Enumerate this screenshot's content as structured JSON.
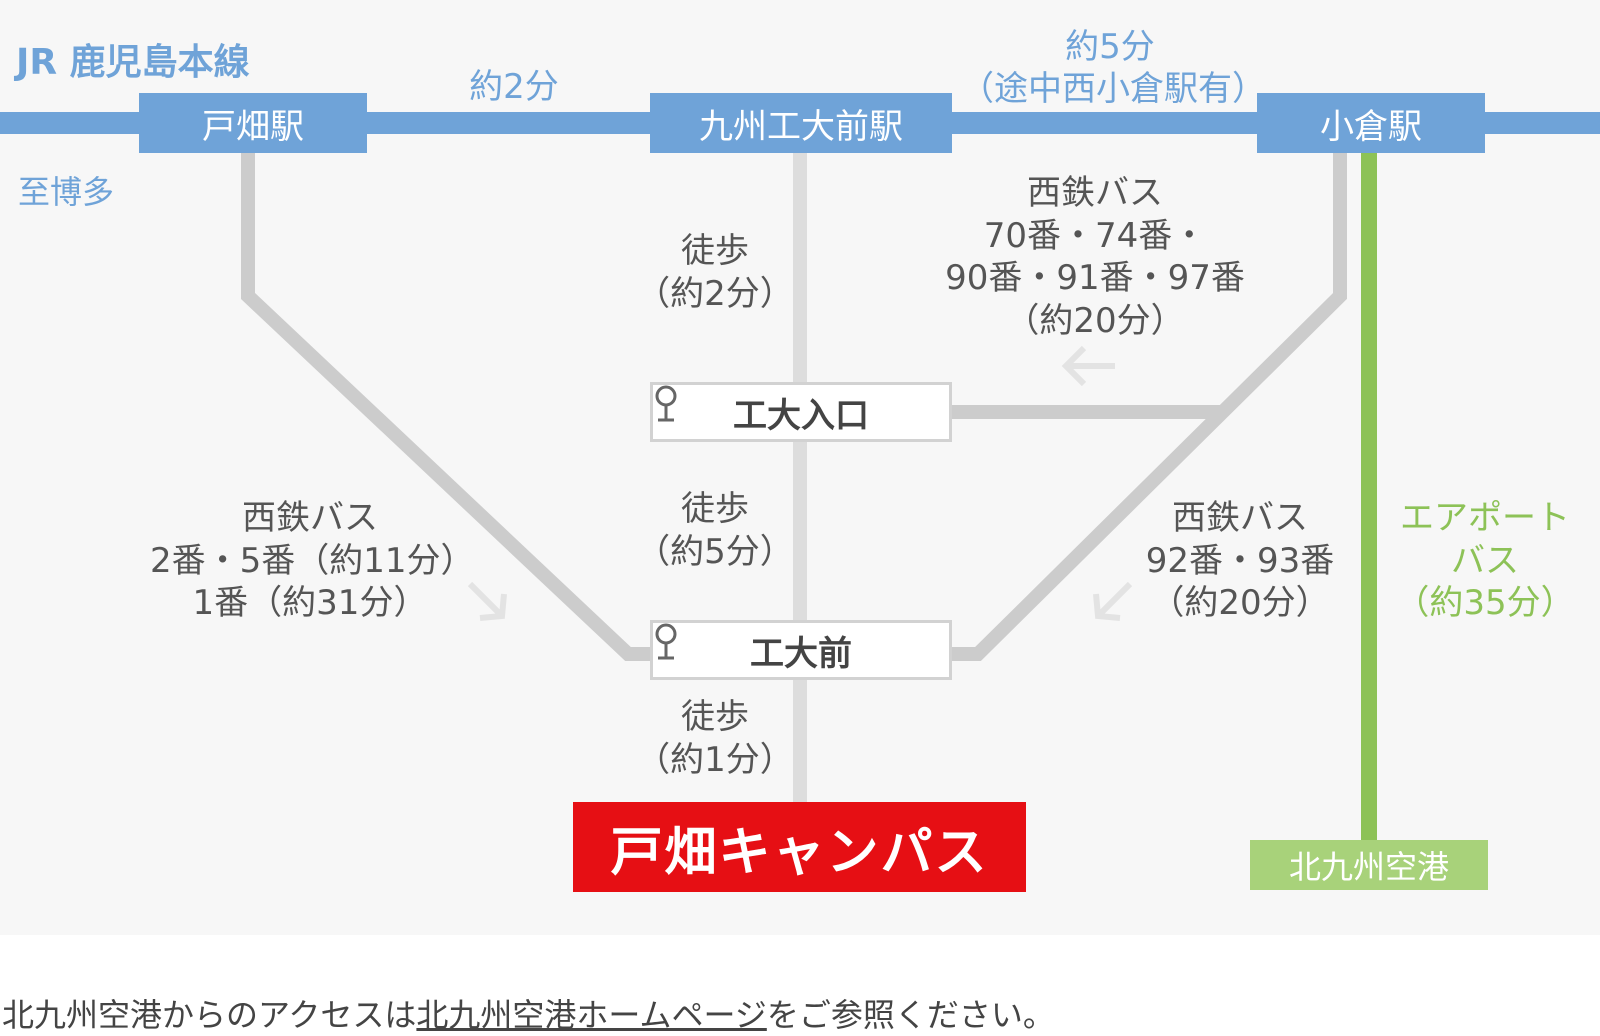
{
  "line": {
    "name": "JR 鹿児島本線",
    "direction": "至博多"
  },
  "stations": {
    "tobata": "戸畑駅",
    "kyukodaimae": "九州工大前駅",
    "kokura": "小倉駅"
  },
  "times": {
    "tobata_kyukodaimae": "約2分",
    "kyukodaimae_kokura": "約5分",
    "kyukodaimae_kokura_note": "（途中西小倉駅有）"
  },
  "walks": {
    "station_to_entrance": [
      "徒歩",
      "（約2分）"
    ],
    "entrance_to_stop": [
      "徒歩",
      "（約5分）"
    ],
    "stop_to_campus": [
      "徒歩",
      "（約1分）"
    ]
  },
  "bus": {
    "kokura_upper": [
      "西鉄バス",
      "70番・74番・",
      "90番・91番・97番",
      "（約20分）"
    ],
    "tobata": [
      "西鉄バス",
      "2番・5番（約11分）",
      "1番（約31分）"
    ],
    "kokura_lower": [
      "西鉄バス",
      "92番・93番",
      "（約20分）"
    ]
  },
  "stops": {
    "entrance": "工大入口",
    "front": "工大前"
  },
  "campus": "戸畑キャンパス",
  "airport_bus": [
    "エアポート",
    "バス",
    "（約35分）"
  ],
  "airport": "北九州空港",
  "footer": {
    "before": "北九州空港からのアクセスは",
    "link": "北九州空港ホームページ",
    "after": "をご参照ください。"
  },
  "colors": {
    "jr_line": "#6fa3d8",
    "airport_line": "#8dc257",
    "route": "#cccccc",
    "campus": "#e60f14"
  }
}
